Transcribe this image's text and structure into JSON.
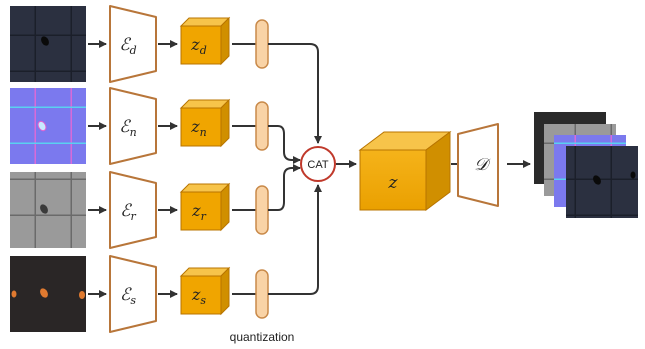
{
  "diagram": {
    "rows": [
      {
        "id": "d",
        "encoder_label": "ℰ_d",
        "latent_label": "z_d",
        "input_map": "dark-normal-texture"
      },
      {
        "id": "n",
        "encoder_label": "ℰ_n",
        "latent_label": "z_n",
        "input_map": "normal-map-texture"
      },
      {
        "id": "r",
        "encoder_label": "ℰ_r",
        "latent_label": "z_r",
        "input_map": "roughness-texture"
      },
      {
        "id": "s",
        "encoder_label": "ℰ_s",
        "latent_label": "z_s",
        "input_map": "specular-texture"
      }
    ],
    "concat_label": "CAT",
    "combined_latent_label": "z",
    "decoder_label": "𝒟",
    "quantization_caption": "quantization",
    "colors": {
      "encoder_stroke": "#b8763a",
      "latent_fill": "#f0a500",
      "latent_stroke": "#b87400",
      "quantizer_fill": "#f9d3a6",
      "quantizer_stroke": "#c98a4a",
      "cat_stroke": "#c0392b",
      "arrow": "#333333"
    }
  }
}
